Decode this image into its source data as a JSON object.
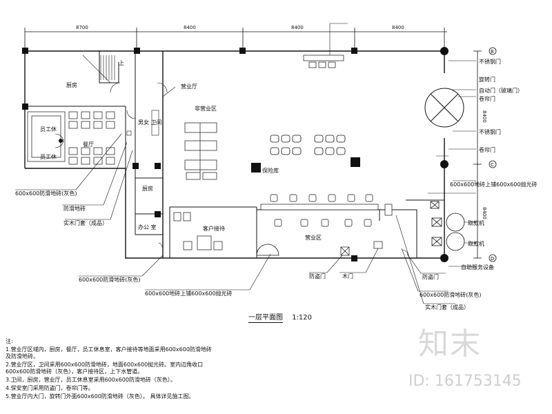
{
  "dimensions": {
    "top": [
      "8700",
      "8400",
      "8400",
      "8400"
    ],
    "right": [
      "8400",
      "8400"
    ]
  },
  "grid_axes": {
    "b": "B",
    "c": "C",
    "d": "D"
  },
  "rooms": {
    "kitchen": "厨房",
    "dining": "餐厅",
    "staff1": "员工休",
    "staff2": "员工休",
    "wash": "男女\n卫间",
    "kitchen2": "厨房",
    "office": "办公\n室",
    "guest_reception": "客户接待",
    "non_business": "非营业区",
    "business": "营业区",
    "safe_store": "保险库",
    "upper": "上",
    "work_area": "营业厅"
  },
  "callouts": {
    "left": [
      "600x600防滑地砖(灰色)",
      "防滑地砖",
      "实木门套（成品）",
      "600x600防滑地砖(灰色)"
    ],
    "bottom": [
      "600x600地砖上铺600x600抛光砖",
      "防盗门",
      "木门",
      "防盗门",
      "600x600防滑地砖(灰色)",
      "实木门套（成品）"
    ],
    "right": [
      "不锈钢门",
      "旋转门",
      "自动门（玻璃门）",
      "卷帘门",
      "不锈钢门",
      "卷帘门",
      "600x600地砖上铺600x600抛光砖",
      "取款机",
      "取款机",
      "自助服务设备"
    ]
  },
  "plan_title": "一层平面图",
  "plan_scale": "1:120",
  "notes": {
    "heading": "注:",
    "lines": [
      "1.营业厅区域内，厨房，餐厅，员工休息室，客户接待等地面采用600x600防滑地砖",
      "  及防滑地砖。",
      "2.营业厅区，卫间采用600x600防滑地砖，地面600x600抛光砖。室内边角收口",
      "  600x600防滑地砖（灰色），客户接待区，上下水管道。",
      "3.卫间，厨房，营业厅，员工休息室采用600x600防滑地砖（灰色）。",
      "4.保安室门采用防盗门，卷帘门等。",
      "5.营业厅内大门，旋转门外面600x600防滑地砖（灰色）。     具体详见施工图。"
    ]
  },
  "watermark": {
    "logo": "知末",
    "id": "ID: 161753145"
  }
}
